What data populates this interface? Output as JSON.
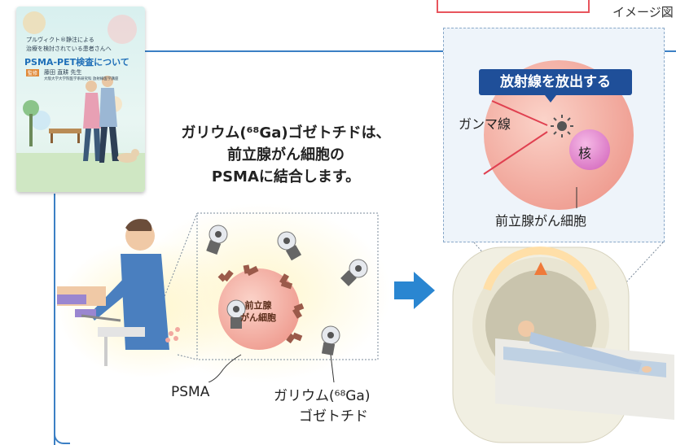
{
  "header": {
    "image_caption": "イメージ図"
  },
  "brochure": {
    "line1": "プルヴィクト®静注による",
    "line2": "治療を検討されている患者さんへ",
    "title": "PSMA-PET検査について",
    "supervisor_label": "監修",
    "supervisor_name": "藤田 直耕 先生",
    "affiliation": "大阪大学大学院医学系研究科 放射線医学講座"
  },
  "main_text": {
    "line1": "ガリウム(⁶⁸Ga)ゴゼトチドは、",
    "line2": "前立腺がん細胞の",
    "line3": "PSMAに結合します。"
  },
  "zoom_panel": {
    "badge": "放射線を放出する",
    "gamma_label": "ガンマ線",
    "nucleus_label": "核",
    "cell_label": "前立腺がん細胞"
  },
  "cell_diagram": {
    "cell_label_line1": "前立腺",
    "cell_label_line2": "がん細胞",
    "psma_label": "PSMA",
    "ga_label_line1": "ガリウム(⁶⁸Ga)",
    "ga_label_line2": "ゴゼトチド"
  },
  "colors": {
    "frame_blue": "#3b7fc4",
    "badge_navy": "#1f4f99",
    "arrow_blue": "#2a86d1",
    "cell_pink": "#f2a8a0",
    "psma_brown": "#9b5a4a",
    "gamma_red": "#e04050"
  }
}
